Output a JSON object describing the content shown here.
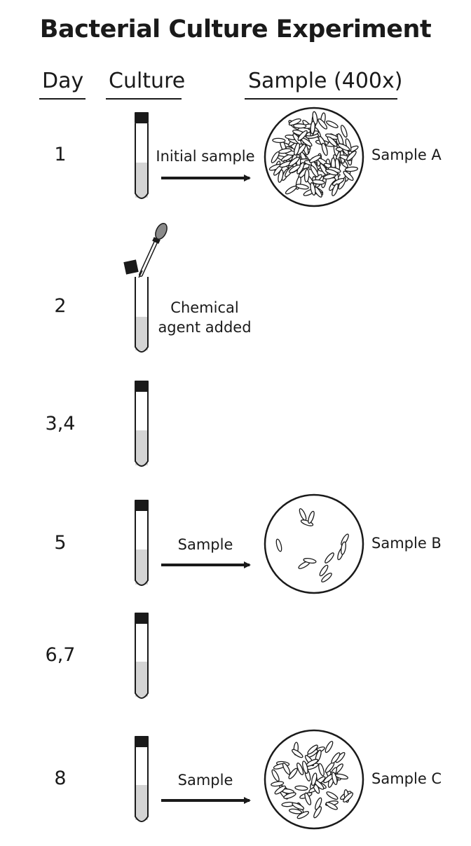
{
  "title": "Bacterial Culture Experiment",
  "headers": {
    "day": "Day",
    "culture": "Culture",
    "sample": "Sample (400x)"
  },
  "rows": [
    {
      "day": "1",
      "action": "Initial sample",
      "sample_label": "Sample A",
      "density": "high"
    },
    {
      "day": "2",
      "action_line1": "Chemical",
      "action_line2": "agent added"
    },
    {
      "day": "3,4"
    },
    {
      "day": "5",
      "action": "Sample",
      "sample_label": "Sample B",
      "density": "low"
    },
    {
      "day": "6,7"
    },
    {
      "day": "8",
      "action": "Sample",
      "sample_label": "Sample C",
      "density": "medium"
    }
  ],
  "colors": {
    "ink": "#1a1a1a",
    "liquid": "#d4d4d4",
    "cap": "#1a1a1a"
  }
}
